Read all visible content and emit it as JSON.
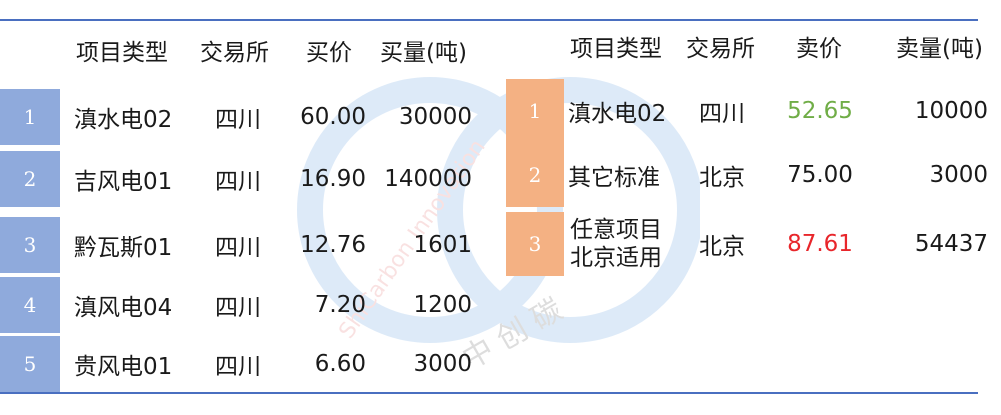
{
  "colors": {
    "rule": "#4a6fc0",
    "buy_index_bg": "#8faadc",
    "sell_index_bg": "#f4b183",
    "price_green": "#70ad47",
    "price_red": "#e8262b",
    "text": "#1a1a1a"
  },
  "buy": {
    "headers": {
      "type": "项目类型",
      "exchange": "交易所",
      "price": "买价",
      "qty": "买量(吨)"
    },
    "rows": [
      {
        "index": "1",
        "type": "滇水电02",
        "exchange": "四川",
        "price": "60.00",
        "qty": "30000"
      },
      {
        "index": "2",
        "type": "吉风电01",
        "exchange": "四川",
        "price": "16.90",
        "qty": "140000"
      },
      {
        "index": "3",
        "type": "黔瓦斯01",
        "exchange": "四川",
        "price": "12.76",
        "qty": "1601"
      },
      {
        "index": "4",
        "type": "滇风电04",
        "exchange": "四川",
        "price": "7.20",
        "qty": "1200"
      },
      {
        "index": "5",
        "type": "贵风电01",
        "exchange": "四川",
        "price": "6.60",
        "qty": "3000"
      }
    ]
  },
  "sell": {
    "headers": {
      "type": "项目类型",
      "exchange": "交易所",
      "price": "卖价",
      "qty": "卖量(吨)"
    },
    "rows": [
      {
        "index": "1",
        "type_line1": "滇水电02",
        "type_line2": "",
        "exchange": "四川",
        "price": "52.65",
        "qty": "10000",
        "price_color": "green"
      },
      {
        "index": "2",
        "type_line1": "其它标准",
        "type_line2": "",
        "exchange": "北京",
        "price": "75.00",
        "qty": "3000",
        "price_color": "default"
      },
      {
        "index": "3",
        "type_line1": "任意项目",
        "type_line2": "北京适用",
        "exchange": "北京",
        "price": "87.61",
        "qty": "54437",
        "price_color": "red"
      }
    ]
  },
  "watermark": {
    "text_latin": "ShiCarbon Innovation",
    "text_cn": "中 创 碳",
    "logo_icon": "infinity-rings-icon"
  }
}
